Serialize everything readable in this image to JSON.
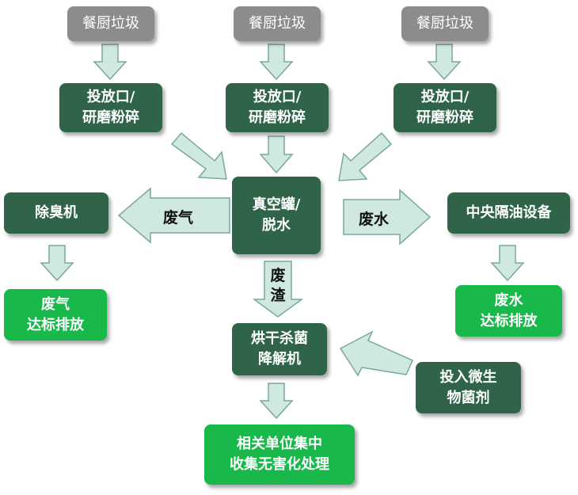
{
  "nodes": {
    "kitchen_waste_1": "餐厨垃圾",
    "kitchen_waste_2": "餐厨垃圾",
    "kitchen_waste_3": "餐厨垃圾",
    "grind_1": [
      "投放口/",
      "研磨粉碎"
    ],
    "grind_2": [
      "投放口/",
      "研磨粉碎"
    ],
    "grind_3": [
      "投放口/",
      "研磨粉碎"
    ],
    "vacuum_tank": [
      "真空罐/",
      "脱水"
    ],
    "deodorizer": "除臭机",
    "exhaust_discharge": [
      "废气",
      "达标排放"
    ],
    "oil_separator": "中央隔油设备",
    "wastewater_discharge": [
      "废水",
      "达标排放"
    ],
    "dryer": [
      "烘干杀菌",
      "降解机"
    ],
    "microbe_agent": [
      "投入微生",
      "物菌剂"
    ],
    "central_treatment": [
      "相关单位集中",
      "收集无害化处理"
    ]
  },
  "arrow_labels": {
    "exhaust": "废气",
    "wastewater": "废水",
    "residue": [
      "废",
      "渣"
    ]
  },
  "colors": {
    "source": "#8c8c8c",
    "process": "#2f6448",
    "output": "#19b84b",
    "arrow_fill": "#cfe8e0",
    "arrow_stroke": "#7aa89a"
  }
}
